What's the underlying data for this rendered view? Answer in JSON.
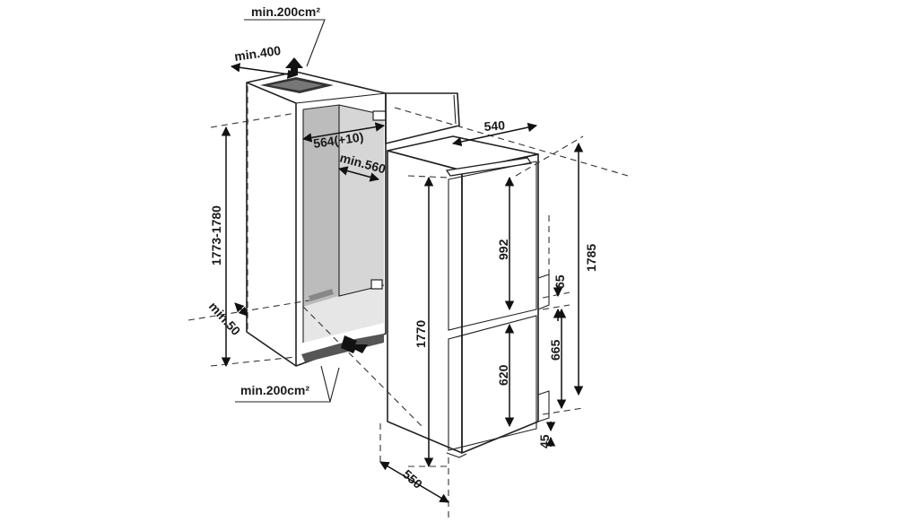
{
  "dimensions": {
    "top_vent": "min.200cm²",
    "bottom_vent": "min.200cm²",
    "top_gap": "min.400",
    "niche_width": "564(+10)",
    "niche_depth": "min.560",
    "niche_height": "1773-1780",
    "bottom_gap": "min.50",
    "appliance_width": "540",
    "fridge_height": "992",
    "freezer_height": "620",
    "compartment_gap": "65",
    "door_height": "1770",
    "lower_height": "665",
    "total_height": "1785",
    "foot_height": "45",
    "appliance_depth": "550"
  }
}
